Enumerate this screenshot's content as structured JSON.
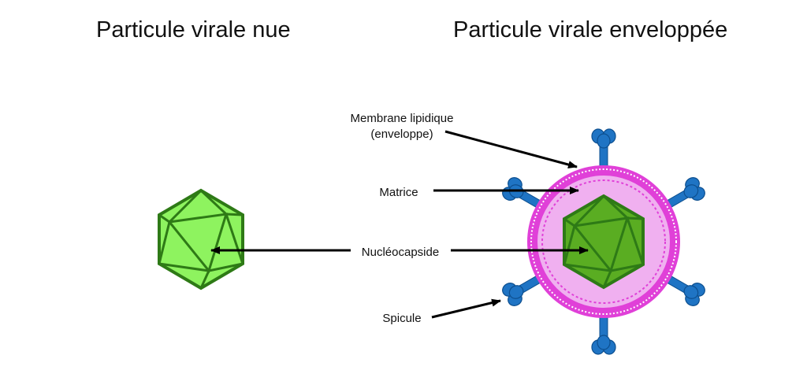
{
  "titles": {
    "naked": "Particule virale nue",
    "enveloped": "Particule virale enveloppée"
  },
  "labels": {
    "membrane_line1": "Membrane lipidique",
    "membrane_line2": "(enveloppe)",
    "matrice": "Matrice",
    "nucleocapside": "Nucléocapside",
    "spicule": "Spicule"
  },
  "colors": {
    "capsid_light": "#8ef35f",
    "capsid_dark": "#5aad22",
    "capsid_stroke": "#2e7a16",
    "envelope_pink": "#f0b0f0",
    "membrane_magenta": "#e040d8",
    "spike_blue": "#1f74c4",
    "spike_dark": "#0d4f8f"
  }
}
